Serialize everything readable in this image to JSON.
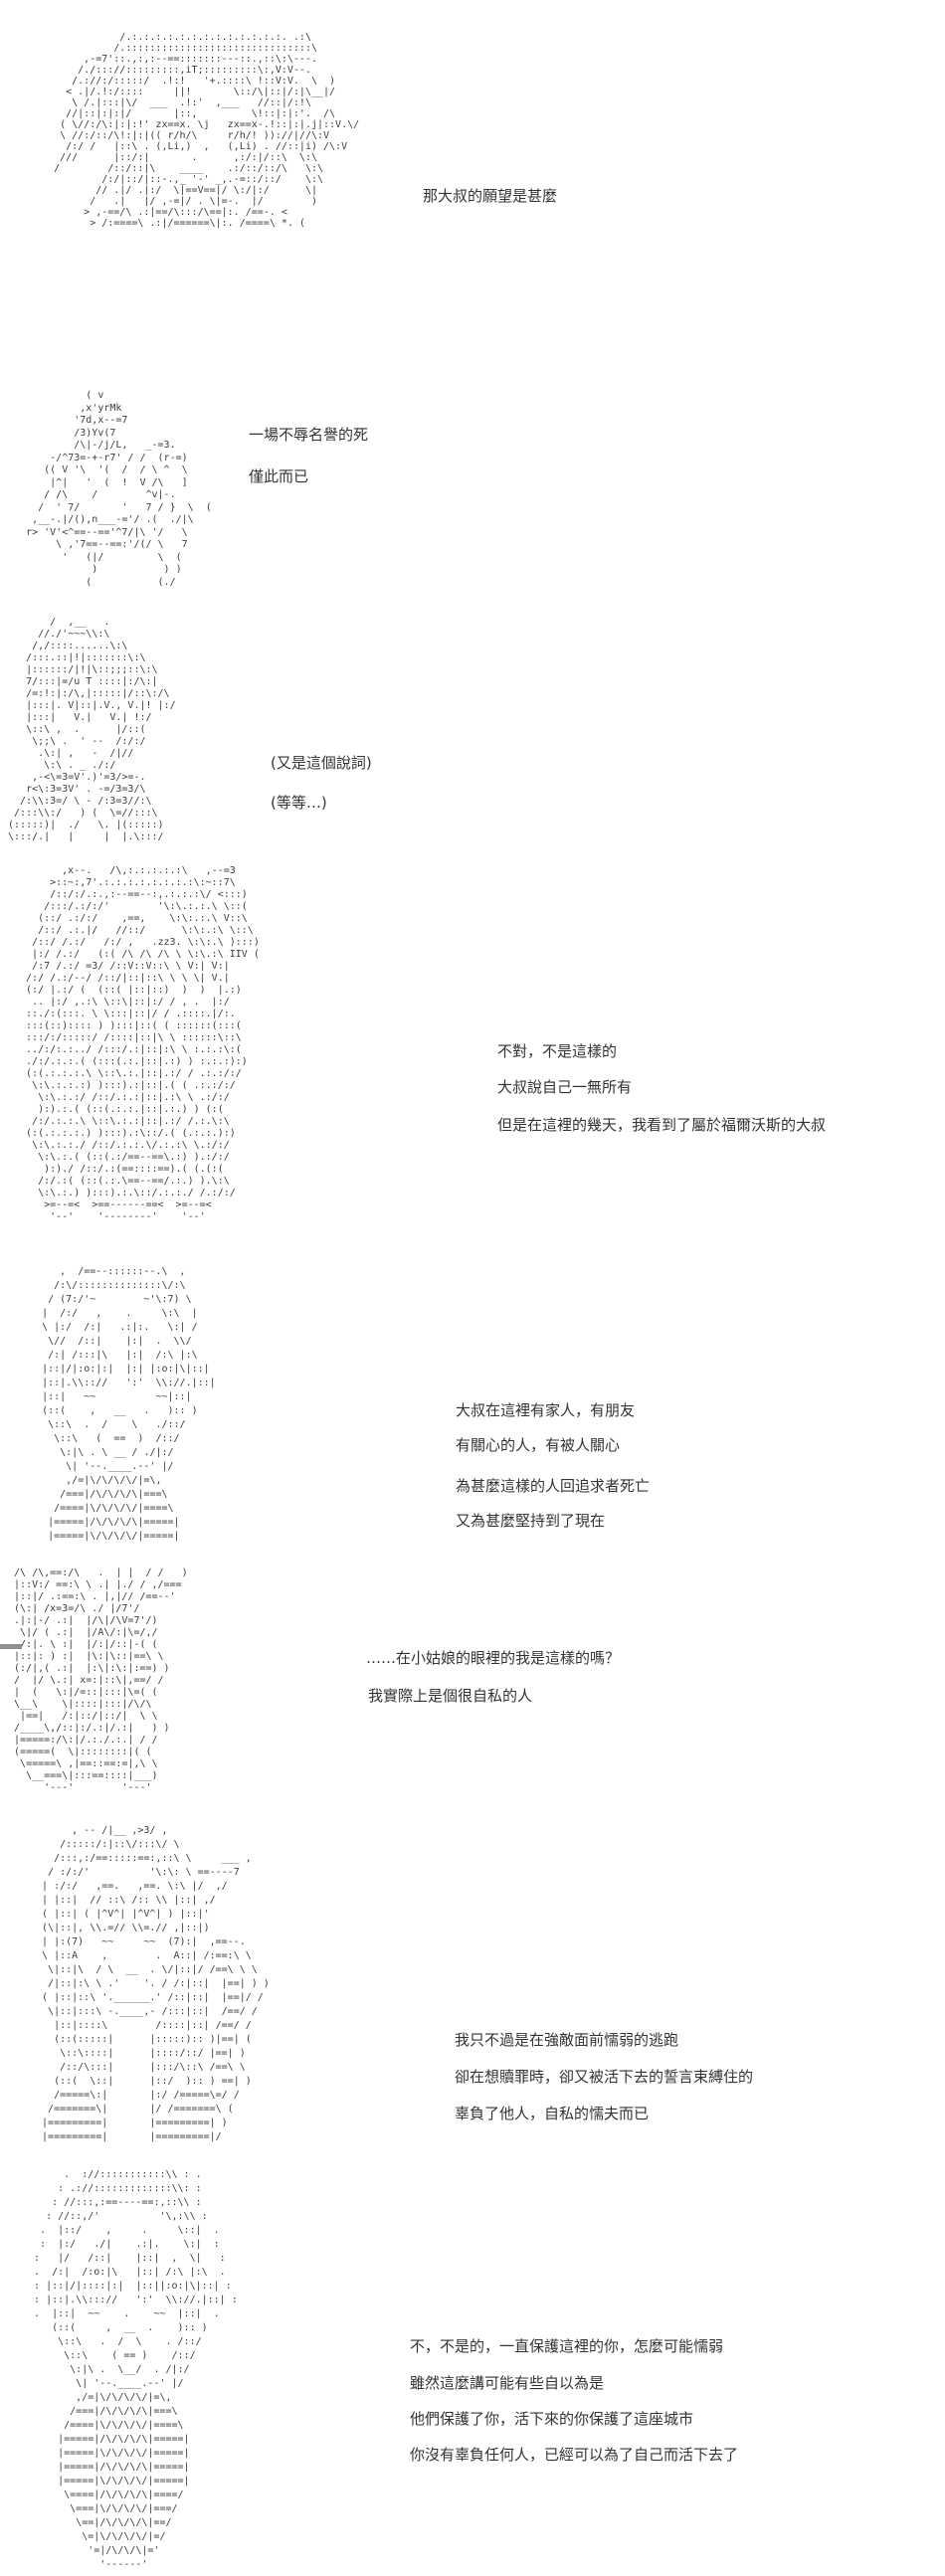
{
  "page": {
    "background": "#ffffff",
    "art_color": "#3c3c3c",
    "text_color": "#333333",
    "gray_dash_color": "#8f8f8f"
  },
  "panels": {
    "p1": {
      "art": [
        "               /.:.:.:.:.:.:.:.:.:.:.:.:.:. .:\\",
        "              /.:::::::::::::::::::::::::::::::\\",
        "         ,-=7'::.,:,:--==:::::::---::.,::\\:\\---.",
        "        /./::://:::::::::,iT;:::::::::\\:,V:V--.",
        "       /.://:/:::::/  .!:!   '+.::::\\ !::V:V.  \\  )",
        "      < .|/.!:/::::     ||!       \\::/\\|::|/:|\\__|/",
        "       \\ /.|:::|\\/  ___  .!:'  ,___   //::|/:!\\",
        "      //|::|:|:|/       |::,         \\!::|:|:'.  /\\",
        "     ( \\//:/\\:|:|:!' zx==x. \\j   zx==x-.!::|:|.j|::V.\\/",
        "     \\ //:/::/\\!:|:|(( r/h/\\     r/h/! ))://|//\\:V",
        "      /:/ /   |::\\ . (,Li,)  ,   (,Li) . //::|i) /\\:V",
        "     ///      |::/:|       .      ,:/:|/::\\  \\:\\",
        "    /        /::/::|\\    ____    .:/::/::/\\   \\:\\",
        "            /:/|::/|::-.,_ '-' _,.-=::/::/    \\:\\",
        "           // .|/ .|:/  \\|==V==|/ \\:/|:/      \\|",
        "          /   .|   |/ ,-=|/ . \\|=-.  |/        )",
        "         > ,-==/\\ .:|==/\\:::/\\==|:. /==-. <",
        "          > /:====\\ .:|/======\\|:. /====\\ *. ("
      ]
    },
    "p2": {
      "art": [
        "              ( v",
        "             ,x'yrMk",
        "            '7d,x--=7",
        "            /3)Yv(7",
        "            /\\|-/j/L,   _-=3.",
        "        -/^73=-+-r7' / /  (r-=)",
        "       (( V '\\  '(  /  / \\ ^  \\",
        "        |^|   '  (  !  V /\\   ]",
        "       / /\\    /        ^v|-.",
        "      /  ' 7/       '   7 / }  \\  (",
        "     ,__-.|/(),n___-='/ .(  ./|\\",
        "    r> 'V'<^==--=='^7/|\\ '/   \\",
        "         \\ ,'7==--==:'/(/ \\   7",
        "          '   (|/         \\  (",
        "               )           ) )",
        "              (           (./"
      ]
    },
    "p3": {
      "art": [
        "        /  ,__   .",
        "      //./'~~~\\\\:\\",
        "     /,/::::......\\:\\",
        "    /:::.::|!|:::::::\\:\\",
        "    |::::::/|!|\\::;;;::\\:\\",
        "    7/:::|=/u T ::::|:/\\:|",
        "    /=:!:|:/\\,|:::::|/::\\:/\\",
        "    |:::|. V|::|.V., V.|! |:/",
        "    |:::|   V.|   V.| !:/",
        "    \\::\\ ,  .      |/::(",
        "     \\;;\\ .  ' --  /:/:/",
        "      .\\:| ,   -  /|//",
        "       \\:\\ . _ ./:/",
        "     ,-<\\=3=V'.)'=3/>=-.",
        "    r<\\:3=3V' . -=/3=3/\\",
        "   /:\\\\:3=/ \\ - /:3=3//:\\",
        "  /:::\\\\:/   ) (  \\=//:::\\",
        " (:::::)|  ./   \\. |(:::::)",
        " \\:::/.|   |     |  |.\\:::/"
      ]
    },
    "p4": {
      "art": [
        "        ,x--.   /\\,:.:.:.:.:\\   ,--=3",
        "      >::~:,7'.:.:.:.:.:.:.:.:\\:~::7\\",
        "      /::/:/.:.,:--==--:,.:.:.:\\/ <:::)",
        "     /:::/.:/:/'        '\\:\\.:.:.\\ \\::(",
        "    (::/ .:/:/    ,==,    \\:\\:.:.\\ V::\\",
        "    /::/ .:.|/   //::/      \\:\\:.:\\ \\::\\",
        "   /::/ /.:/   /:/ ,   .zz3. \\:\\:.\\ ):::)",
        "   |:/ /.:/   (:( /\\ /\\ /\\ \\ \\:\\.:\\ IIV (",
        "   /:7 /.:/ =3/ /::V::V::\\ \\ V:| V:|",
        "  /:/ /.:/--/ /::/|::|::\\ \\ \\ \\| V.|",
        "  (:/ |.:/ (  (::( |::|::)  )  )  |.:)",
        "   .. |:/ ,.:\\ \\::\\|::|:/ / , .  |:/",
        "  ::./:(:::. \\ \\:::|::|/ / .::::.|/:.",
        "  :::(::):::: ) ):::|::( ( ::::::(:::(",
        "  :::/:/:::::/ /::::|::|\\ \\ ::::::\\::\\",
        "  ../:/:.:../ /:::/.:|::|:\\ \\ :.:.:\\:(",
        "  ./:/.:.:.( (:::(.:.|::|.:) ) :.:.:):)",
        "  (:(.:.:.:.\\ \\::\\.:.|::|.:/ / .:.:/:/",
        "   \\:\\.:.:.:) ):::).:|::|.( ( .:.:/:/",
        "    \\:\\.:.:/ /::/.:.:|::|.:\\ \\ .:/:/",
        "    ):).:.( (::(.:.:.|::|.:.) ) (:(",
        "   /:/.:.:.\\ \\::\\.:.:|::|.:/ /.:.\\:\\",
        "  (:(.:.:.:.) ):::).:\\::/.( (.:.:.):)",
        "   \\:\\.:.:./ /::/.:.:.\\/.:.:\\ \\.:/:/",
        "    \\:\\.:.( (::(.:/==--==\\.:) ).:/:/",
        "     ):)./ /::/.:(==::::==).( (.(:(",
        "    /:/.:( (::(.:.\\==--==/.:.) ).\\:\\",
        "    \\:\\.:.) ):::).:.\\::/.:.:./ /.:/:/",
        "     >=--=<  >==------==<  >=--=<",
        "      '--'    '--------'    '--'"
      ]
    },
    "p5": {
      "art": [
        "       ,  /==--::::::--.\\  ,",
        "      /:\\/::::::::::::::\\/:\\",
        "     / (7:/'~        ~'\\:7) \\",
        "    |  /:/   ,    .     \\:\\  |",
        "    \\ |:/  /:|   .:|:.   \\:| /",
        "     \\//  /::|    |:|  .  \\\\/",
        "     /:| /:::|\\   |:|  /:\\ |:\\",
        "    |::|/|:o:|:|  |:| |:o:|\\|::|",
        "    |::|.\\\\:://   ':'  \\\\://.|::|",
        "    |::|   ~~          ~~|::|",
        "    (::(    ,   __   .   ):: )",
        "     \\::\\  .  /    \\   ./::/",
        "      \\::\\   (  ==  )  /::/",
        "       \\:|\\ . \\ __ / ./|:/",
        "        \\| '--.____.--' |/",
        "        ,/=|\\/\\/\\/\\/|=\\,",
        "       /===|/\\/\\/\\/\\|===\\",
        "      /====|\\/\\/\\/\\/|====\\",
        "     |=====|/\\/\\/\\/\\|=====|",
        "     |=====|\\/\\/\\/\\/|=====|"
      ]
    },
    "p6": {
      "art": [
        "  /\\ /\\,==:/\\   .  | |  / /   )",
        "  |::V:/ ==:\\ \\ .| |./ / ,/===",
        "  |::|/ .:==:\\ . |,|// /==--'",
        "  (\\:| /x=3=/\\ ./ |/7'/",
        "  .|:|-/ .:|  |/\\|/\\V=7'/)",
        "   \\|/ ( .:|  |/A\\/:|\\=/,/",
        "   /:|. \\ :|  |/:|/::|-( (",
        "  |::|: ) :|  |\\:|\\::|==\\ \\",
        "  (:/|,( .:|  |:\\|:\\:|:==) )",
        "  /  |/ \\.:| x=:|::\\|,==/ /",
        "  |  (   \\:|/=::|:::|\\=( (",
        "  \\__\\    \\|::::|:::|/\\/\\",
        "   |==|   /:|::/|::/|  \\ \\",
        "  /____\\,/::|:/.:|/.:|   ) )",
        "  |=====:/\\:|/.:./.:.| / /",
        "  (=====(  \\|::::::::|( (",
        "   \\=====\\ ,|==::==:=|,\\ \\",
        "    \\__===\\|:::==::::|___)",
        "       '---'        '---'"
      ]
    },
    "p7": {
      "art": [
        "       , -- /|__ ,>3/ ,",
        "     /:::::/:|::\\/:::\\/ \\",
        "    /:::,:/==:::::==:,::\\ \\     ___ ,",
        "   / :/:/'          '\\:\\: \\ ==----7",
        "  | :/:/   ,==.   ,==. \\:\\ |/  ,/",
        "  | |::|  // ::\\ /:: \\\\ |::| ,/",
        "  ( |::| ( |^V^| |^V^| ) |::|'",
        "  (\\|::|, \\\\.=// \\\\=.// ,|::|)",
        "  | |:(7)   ~~     ~~  (7):|  ,==--.",
        "  \\ |::A    ,        .  A::| /:==:\\ \\",
        "   \\|::|\\  / \\  __  . \\/|::|/ /==\\ \\ \\",
        "   /|::|:\\ \\ .'    '. / /:|::|  |==| ) )",
        "  ( |::|::\\ '.______.' /::|::|  |==|/ /",
        "   \\|::|:::\\ -.____,- /:::|::|  /==/ /",
        "    |::|::::\\        /::::|::| /==/ /",
        "    (::(:::::|      |:::::):: )|==| (",
        "     \\::\\::::|      |::::/::/ |==| )",
        "     /::/\\:::|      |:::/\\::\\ /==\\ \\",
        "    (::(  \\::|      |::/  ):: ) ==| )",
        "    /=====\\:|       |:/ /=====\\=/ /",
        "   /=======\\|       |/ /=======\\ (",
        "  |=========|       |=========| )",
        "  |=========|       |=========|/"
      ]
    },
    "p8": {
      "art": [
        "       .  ://:::::::::::\\\\ : .",
        "      : .://:::::::::::::\\\\: :",
        "     : //:::,:==----==:,::\\\\ :",
        "    : //::,/'          '\\,:\\\\ :",
        "   .  |::/    ,     .     \\::|  .",
        "   :  |:/   ./|    .:|.    \\:|  :",
        "  :   |/   /::|    |::|  ,  \\|   :",
        "  .  /:|  /:o:|\\   |::| /:\\ |:\\  .",
        "  : |::|/|::::|:|  |::||:o:|\\|::| :",
        "  : |::|.\\\\::://   ':'  \\\\://.|::| :",
        "  .  |::|  ~~    .    ~~  |::|  .",
        "     (::(     ,  __  .    ):: )",
        "      \\::\\   .  /  \\    . /::/",
        "       \\::\\    ( == )    /::/",
        "        \\:|\\ .  \\__/  . /|:/",
        "         \\| '--.____.--' |/",
        "         ,/=|\\/\\/\\/\\/|=\\,",
        "        /===|/\\/\\/\\/\\|===\\",
        "       /====|\\/\\/\\/\\/|====\\",
        "      |=====|/\\/\\/\\/\\|=====|",
        "      |=====|\\/\\/\\/\\/|=====|",
        "      |=====|/\\/\\/\\/\\|=====|",
        "      |=====|\\/\\/\\/\\/|=====|",
        "       \\====|/\\/\\/\\/\\|====/",
        "        \\===|\\/\\/\\/\\/|===/",
        "         \\==|/\\/\\/\\/\\|==/",
        "          \\=|\\/\\/\\/\\/|=/",
        "           '=|/\\/\\/\\|='",
        "             '------'"
      ]
    }
  },
  "dialogues": {
    "d1": {
      "l1": "那大叔的願望是甚麼"
    },
    "d2": {
      "l1": "一場不辱名譽的死",
      "l2": "僅此而已"
    },
    "d3": {
      "l1": "(又是這個說詞)",
      "l2": "(等等…)"
    },
    "d4": {
      "l1": "不對，不是這樣的",
      "l2": "大叔說自己一無所有",
      "l3": "但是在這裡的幾天，我看到了屬於福爾沃斯的大叔"
    },
    "d5": {
      "l1": "大叔在這裡有家人，有朋友",
      "l2": "有關心的人，有被人關心",
      "l3": "為甚麼這樣的人回追求者死亡",
      "l4": "又為甚麼堅持到了現在"
    },
    "d6": {
      "l1": "……在小姑娘的眼裡的我是這樣的嗎？",
      "l2": "我實際上是個很自私的人"
    },
    "d7": {
      "l1": "我只不過是在強敵面前懦弱的逃跑",
      "l2": "卻在想贖罪時，卻又被活下去的誓言束縛住的",
      "l3": "辜負了他人，自私的懦夫而已"
    },
    "d8": {
      "l1": "不，不是的，一直保護這裡的你，怎麼可能懦弱",
      "l2": "雖然這麼講可能有些自以為是",
      "l3": "他們保護了你，活下來的你保護了這座城市",
      "l4": "你沒有辜負任何人，已經可以為了自己而活下去了"
    }
  }
}
